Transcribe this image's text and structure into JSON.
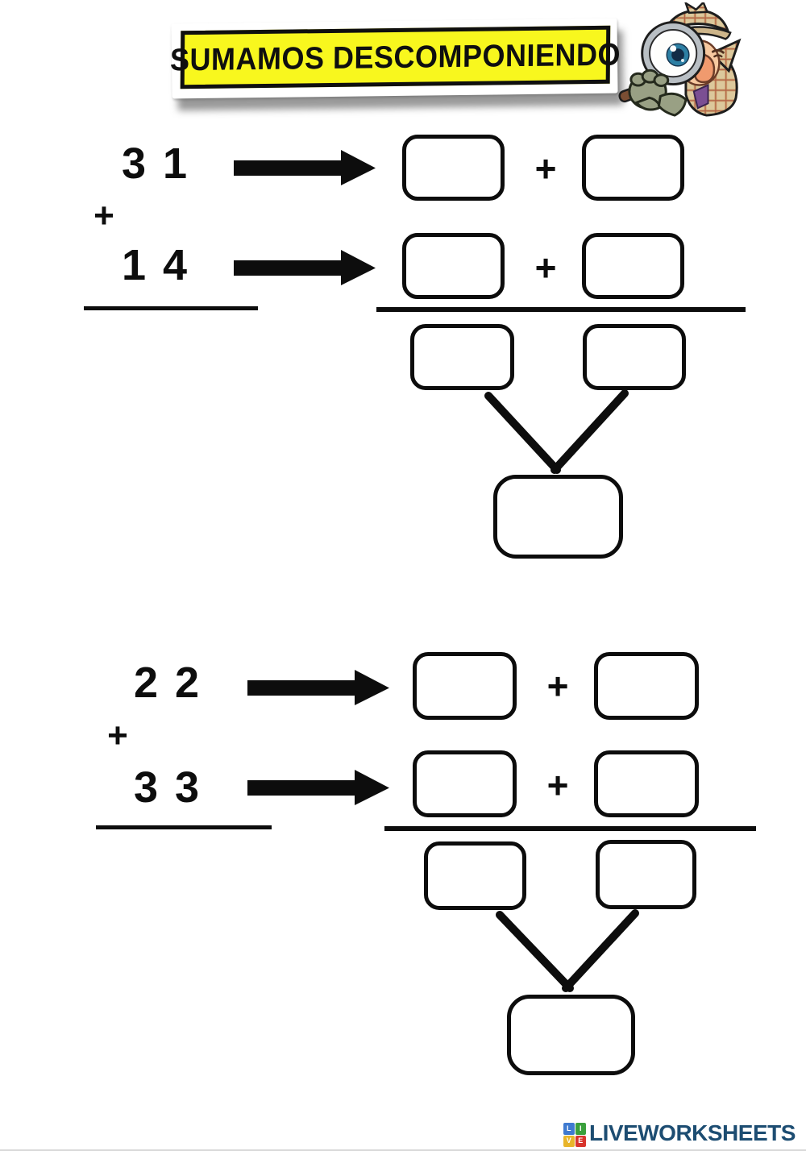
{
  "title": {
    "text": "SUMAMOS DESCOMPONIENDO",
    "banner_yellow": "#f8f71e",
    "ink": "#0f0f0f"
  },
  "mascot": {
    "description": "detective with magnifying glass"
  },
  "exercises": [
    {
      "addend_top": "3 1",
      "operator": "+",
      "addend_bottom": "1 4",
      "boxes": {
        "top_tens": "",
        "top_ones": "",
        "bottom_tens": "",
        "bottom_ones": "",
        "result_tens": "",
        "result_ones": "",
        "total": ""
      }
    },
    {
      "addend_top": "2 2",
      "operator": "+",
      "addend_bottom": "3 3",
      "boxes": {
        "top_tens": "",
        "top_ones": "",
        "bottom_tens": "",
        "bottom_ones": "",
        "result_tens": "",
        "result_ones": "",
        "total": ""
      }
    }
  ],
  "footer": {
    "brand": "LIVEWORKSHEETS",
    "brand_color": "#1d4d72",
    "icon_squares": [
      {
        "letter": "L",
        "style": "background:#3f7ad0"
      },
      {
        "letter": "I",
        "style": "background:#3aa03c"
      },
      {
        "letter": "V",
        "style": "background:#e8b52a"
      },
      {
        "letter": "E",
        "style": "background:#d8342c"
      }
    ]
  }
}
